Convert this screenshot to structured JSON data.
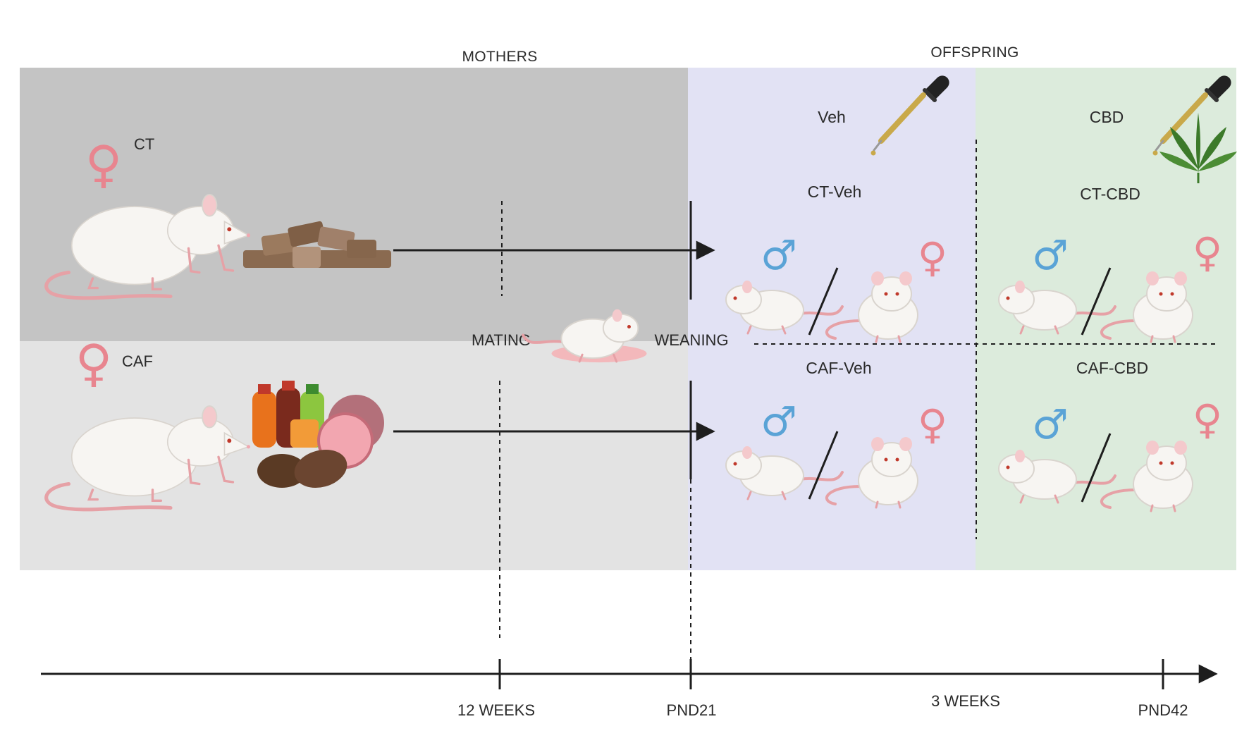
{
  "headers": {
    "mothers": "MOTHERS",
    "offspring": "OFFSPRING"
  },
  "mother_groups": {
    "ct": "CT",
    "caf": "CAF"
  },
  "events": {
    "mating": "MATING",
    "weaning": "WEANING"
  },
  "treatments": {
    "veh": "Veh",
    "cbd": "CBD"
  },
  "offspring_groups": {
    "ct_veh": "CT-Veh",
    "ct_cbd": "CT-CBD",
    "caf_veh": "CAF-Veh",
    "caf_cbd": "CAF-CBD"
  },
  "timeline": {
    "t1": "12 WEEKS",
    "t2": "PND21",
    "span": "3 WEEKS",
    "t3": "PND42"
  },
  "symbols": {
    "female": "♀",
    "male": "♂"
  },
  "colors": {
    "mothers_ct_bg": "#c4c4c4",
    "mothers_caf_bg": "#e3e3e3",
    "veh_bg": "#e2e2f4",
    "cbd_bg": "#dcebdc",
    "female": "#e8858f",
    "male": "#5aa3d6",
    "line": "#1e1e1e"
  },
  "icons": {
    "rat": "rat-icon",
    "chow": "chow-pellets-icon",
    "junk_food": "junk-food-icon",
    "dropper": "dropper-icon",
    "cannabis": "cannabis-leaf-icon",
    "litter": "mother-with-pups-icon"
  }
}
